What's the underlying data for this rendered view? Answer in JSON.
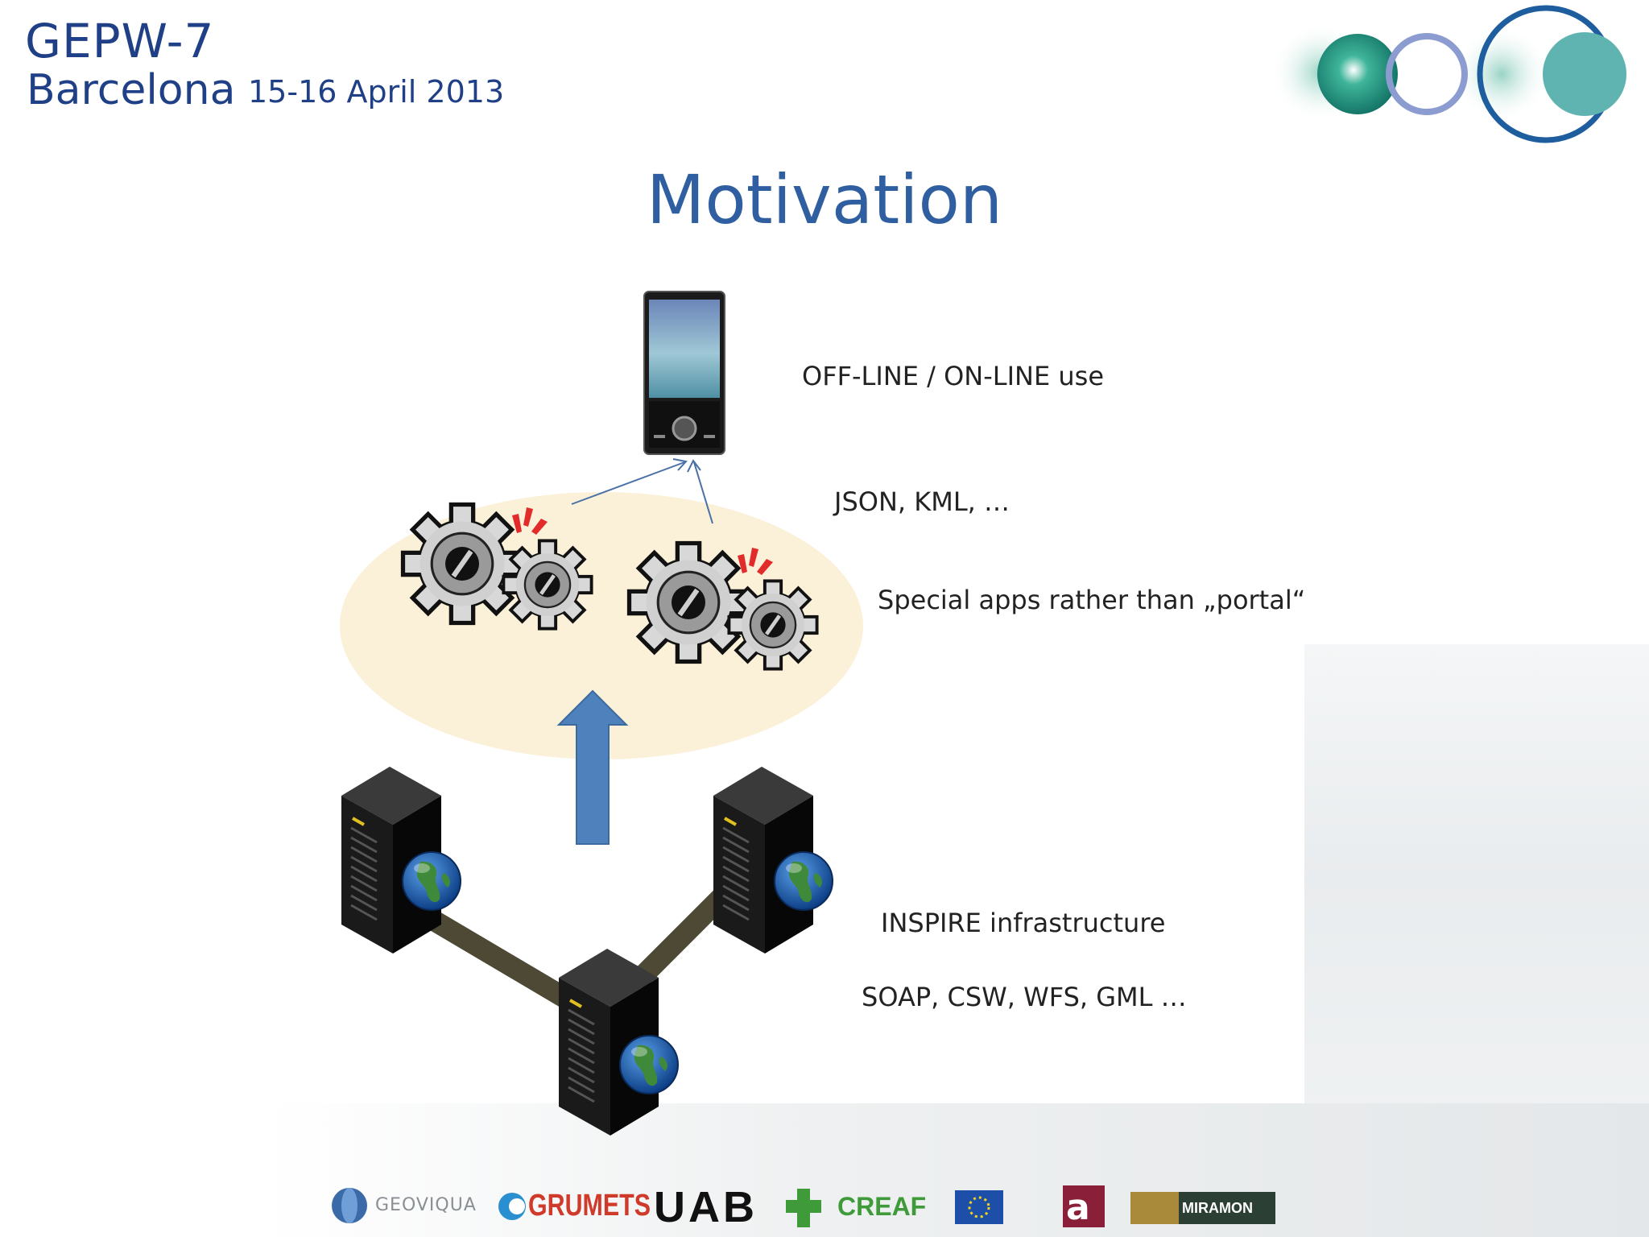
{
  "header": {
    "event": "GEPW-7",
    "city": "Barcelona",
    "dates": "15-16 April 2013"
  },
  "slide": {
    "title": "Motivation"
  },
  "labels": {
    "offline_online": "OFF-LINE / ON-LINE use",
    "formats": "JSON, KML, …",
    "apps": "Special apps rather than „portal“",
    "infrastructure": "INSPIRE infrastructure",
    "protocols": "SOAP, CSW, WFS, GML …"
  },
  "footer_logos": {
    "geoviqua": "GEOVIQUA",
    "grumets": "GRUMETS",
    "uab": "UAB",
    "creaf": "CREAF",
    "miramon": "MIRAMON"
  },
  "colors": {
    "brand_blue": "#1f3f86",
    "title_blue": "#2f5fa0",
    "cloud": "#fbf0d8",
    "arrow": "#4f81bd",
    "teal": "#1a8f7f"
  }
}
